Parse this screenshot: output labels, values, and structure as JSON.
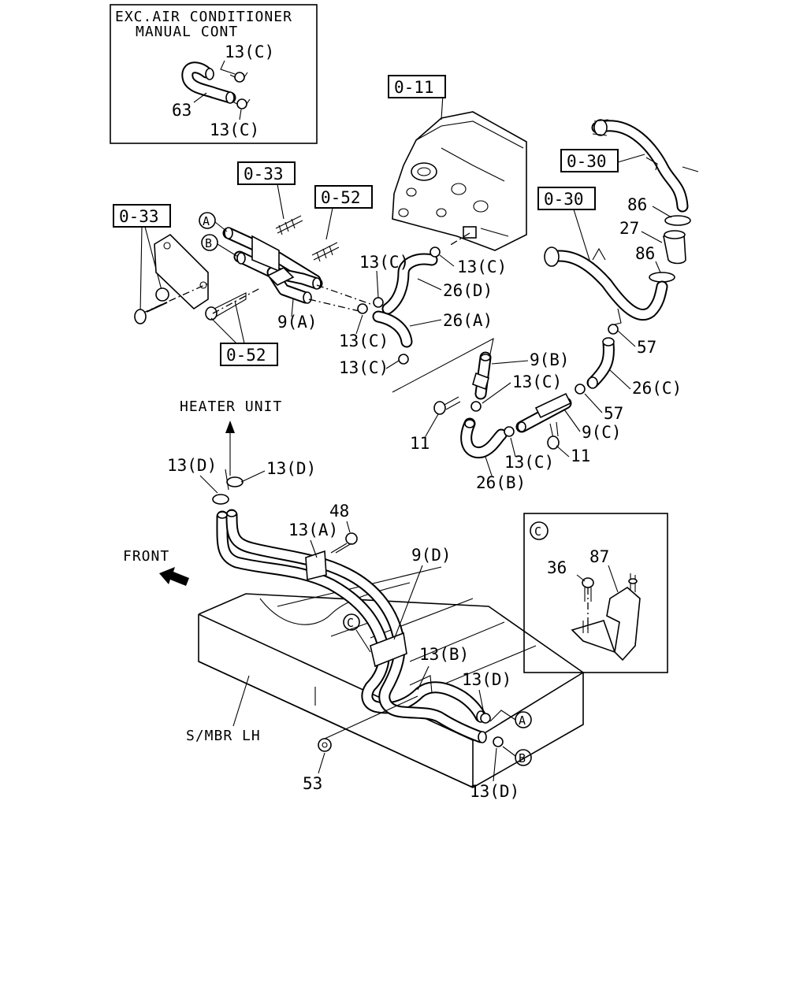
{
  "inset_top": {
    "line1": "EXC.AIR CONDITIONER",
    "line2": "MANUAL CONT"
  },
  "refs": {
    "r011": "0-11",
    "r033_upper": "0-33",
    "r033_left": "0-33",
    "r052_upper": "0-52",
    "r052_lower": "0-52",
    "r030_upper": "0-30",
    "r030_lower": "0-30"
  },
  "notes": {
    "heater_unit": "HEATER UNIT",
    "front": "FRONT",
    "smbr": "S/MBR LH"
  },
  "markers": {
    "A": "A",
    "B": "B",
    "C": "C"
  },
  "callouts": {
    "c63": "63",
    "c13c_1": "13(C)",
    "c13c_2": "13(C)",
    "c13c_3": "13(C)",
    "c13c_4": "13(C)",
    "c13c_5": "13(C)",
    "c13c_6": "13(C)",
    "c13c_7": "13(C)",
    "c13c_8": "13(C)",
    "c9a": "9(A)",
    "c26d": "26(D)",
    "c26a": "26(A)",
    "c9b": "9(B)",
    "c86_1": "86",
    "c27": "27",
    "c86_2": "86",
    "c57_1": "57",
    "c26c": "26(C)",
    "c57_2": "57",
    "c9c": "9(C)",
    "c11_1": "11",
    "c11_2": "11",
    "c26b": "26(B)",
    "c13d_1": "13(D)",
    "c13d_2": "13(D)",
    "c13a": "13(A)",
    "c48": "48",
    "c9d": "9(D)",
    "c13b": "13(B)",
    "c13d_3": "13(D)",
    "c13d_4": "13(D)",
    "c53": "53",
    "c36": "36",
    "c87": "87"
  }
}
